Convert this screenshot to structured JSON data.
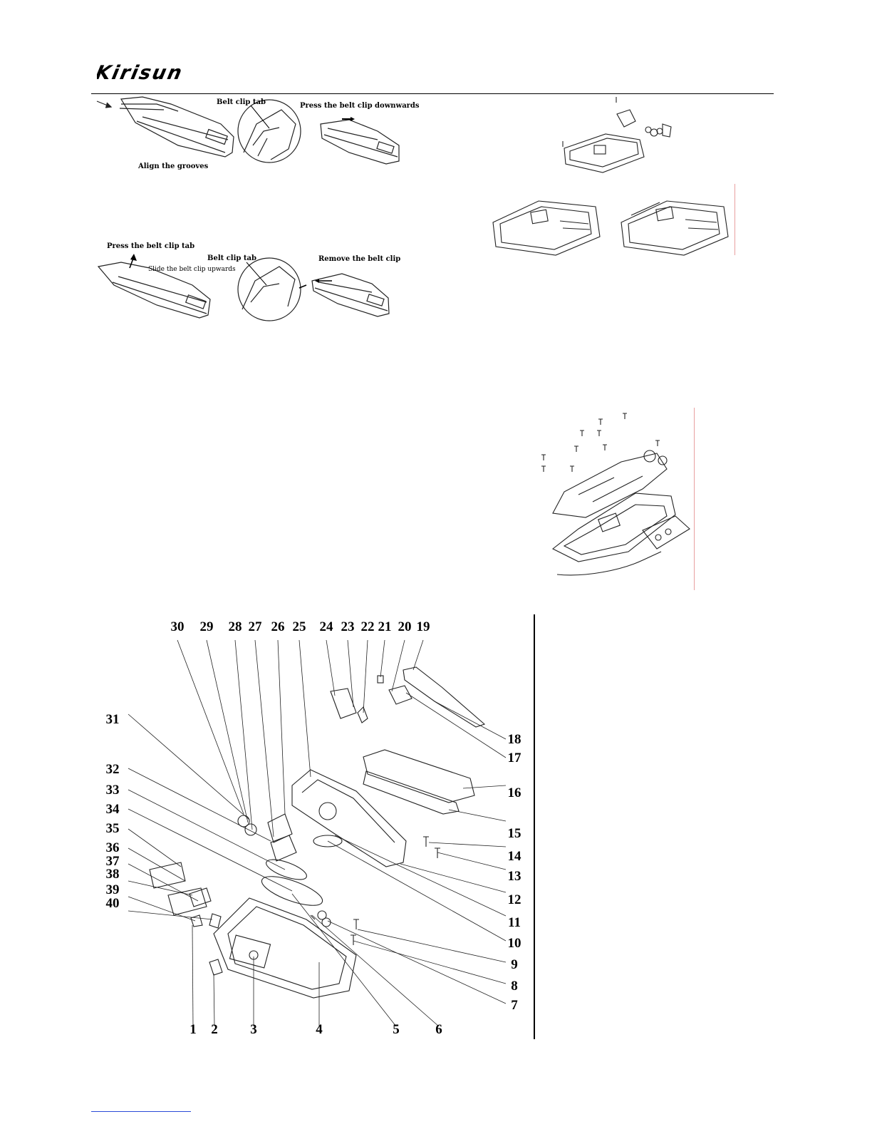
{
  "header": {
    "logo_text": "Kirisun"
  },
  "belt_clip_install": {
    "tab_label": "Belt clip tab",
    "press_down": "Press the belt clip downwards",
    "align": "Align the grooves"
  },
  "belt_clip_remove": {
    "press_tab": "Press the belt clip tab",
    "slide_up": "Slide the belt clip upwards",
    "tab_label": "Belt clip tab",
    "remove": "Remove the belt clip"
  },
  "exploded_view": {
    "top_labels": [
      "30",
      "29",
      "28",
      "27",
      "26",
      "25",
      "24",
      "23",
      "22",
      "21",
      "20",
      "19"
    ],
    "left_labels": [
      "31",
      "32",
      "33",
      "34",
      "35",
      "36",
      "37",
      "38",
      "39",
      "40"
    ],
    "right_labels": [
      "18",
      "17",
      "16",
      "15",
      "14",
      "13",
      "12",
      "11",
      "10",
      "9",
      "8",
      "7"
    ],
    "bottom_labels": [
      "1",
      "2",
      "3",
      "4",
      "5",
      "6"
    ]
  }
}
